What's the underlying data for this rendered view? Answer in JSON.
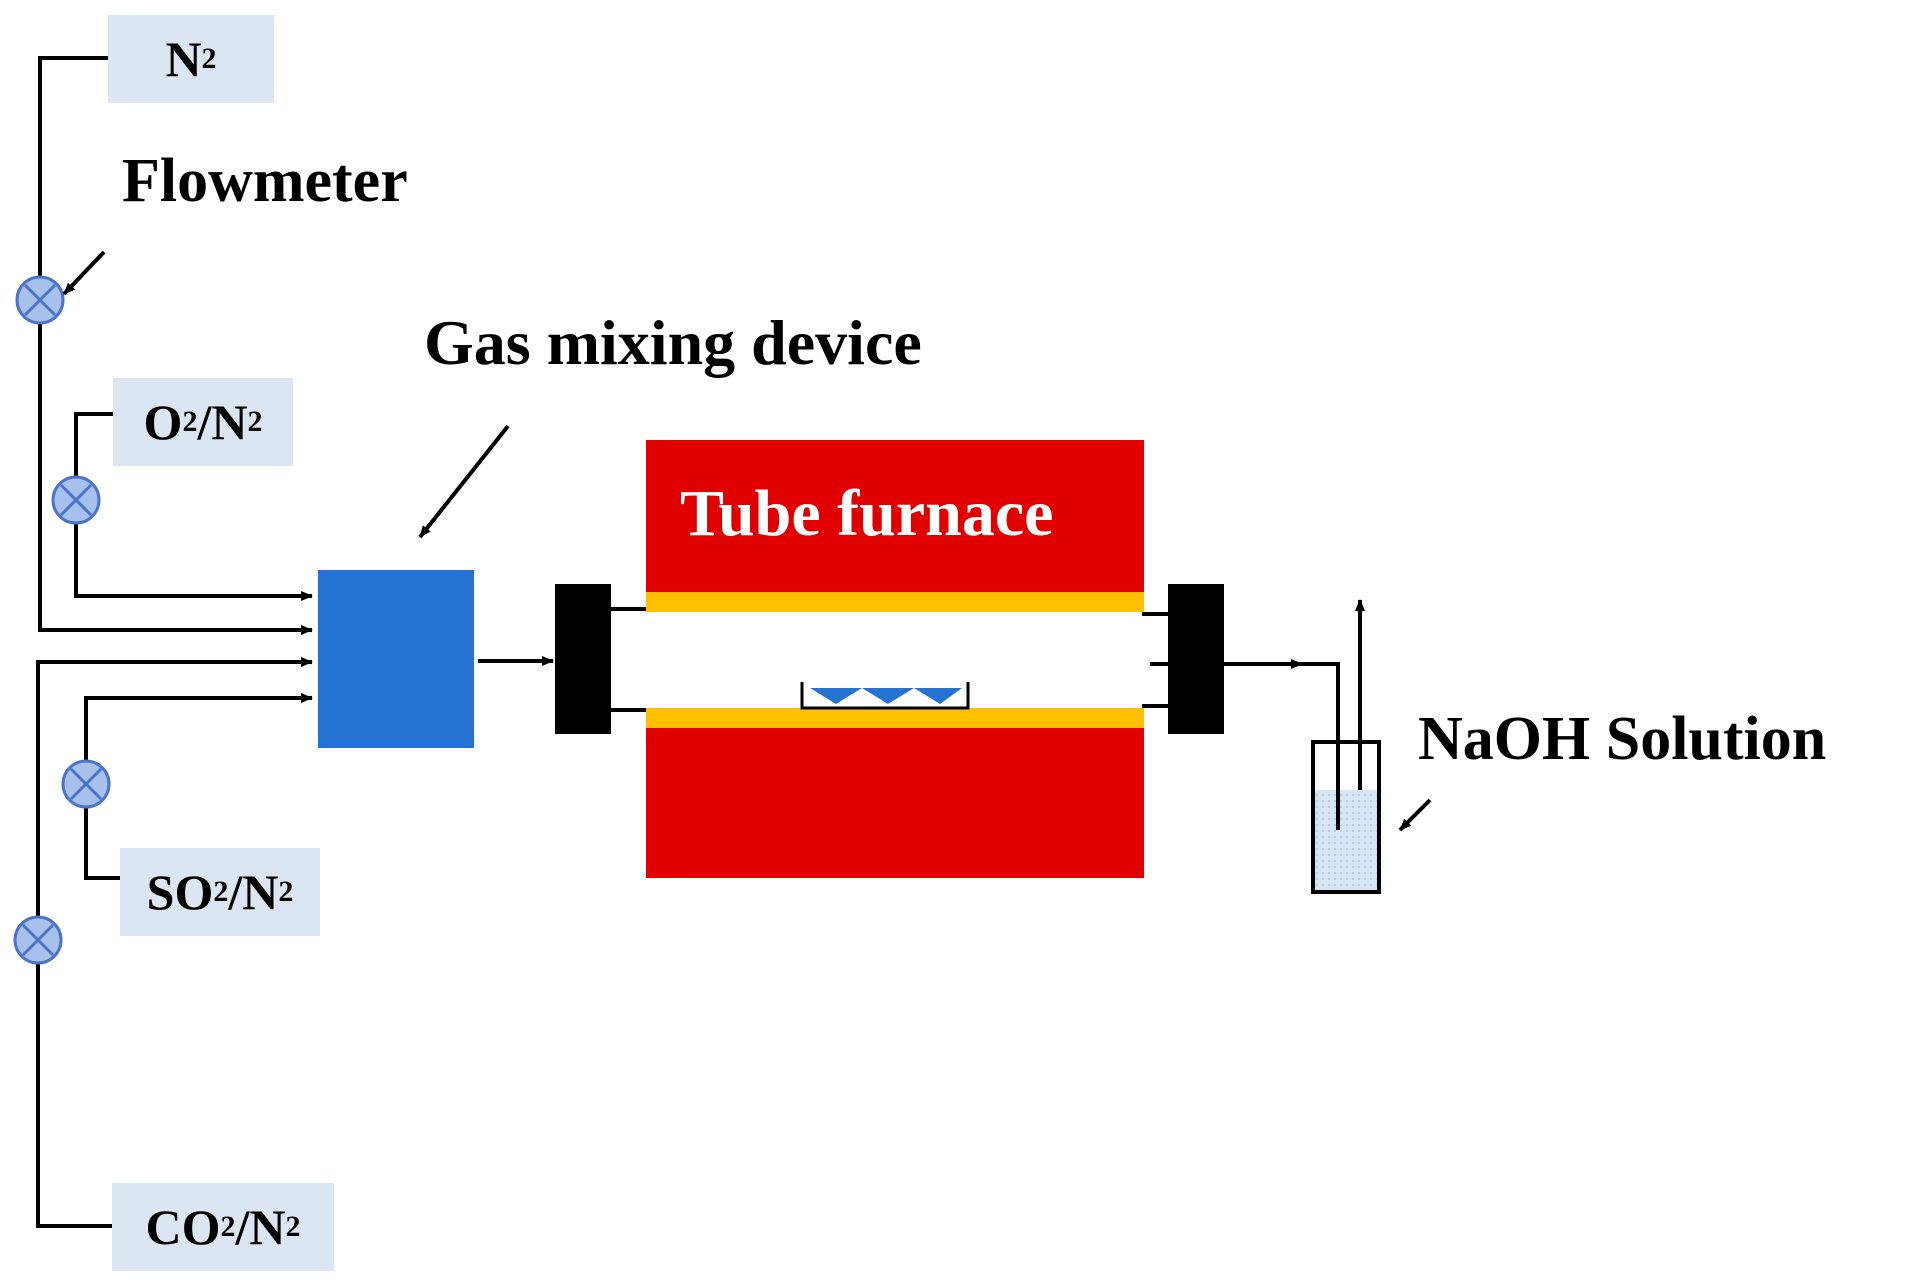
{
  "labels": {
    "flowmeter": "Flowmeter",
    "gas_mixing_device": "Gas mixing device",
    "tube_furnace": "Tube furnace",
    "naoh_solution": "NaOH Solution"
  },
  "gases": {
    "n2": {
      "main": "N",
      "sub": "2",
      "tail": ""
    },
    "o2n2": {
      "main": "O",
      "sub": "2",
      "tail": "/N",
      "sub2": "2"
    },
    "so2n2": {
      "main": "SO",
      "sub": "2",
      "tail": "/N",
      "sub2": "2"
    },
    "co2n2": {
      "main": "CO",
      "sub": "2",
      "tail": "/N",
      "sub2": "2"
    }
  },
  "colors": {
    "label_bg": "#dce6f2",
    "mixer": "#2472d1",
    "furnace": "#e00000",
    "furnace_lining": "#ffc000",
    "flowmeter": "#a7c0ec",
    "flowmeter_stroke": "#4a74c9",
    "flange": "#000000",
    "boat": "#2472d1",
    "solution": "#d6e6f5"
  }
}
